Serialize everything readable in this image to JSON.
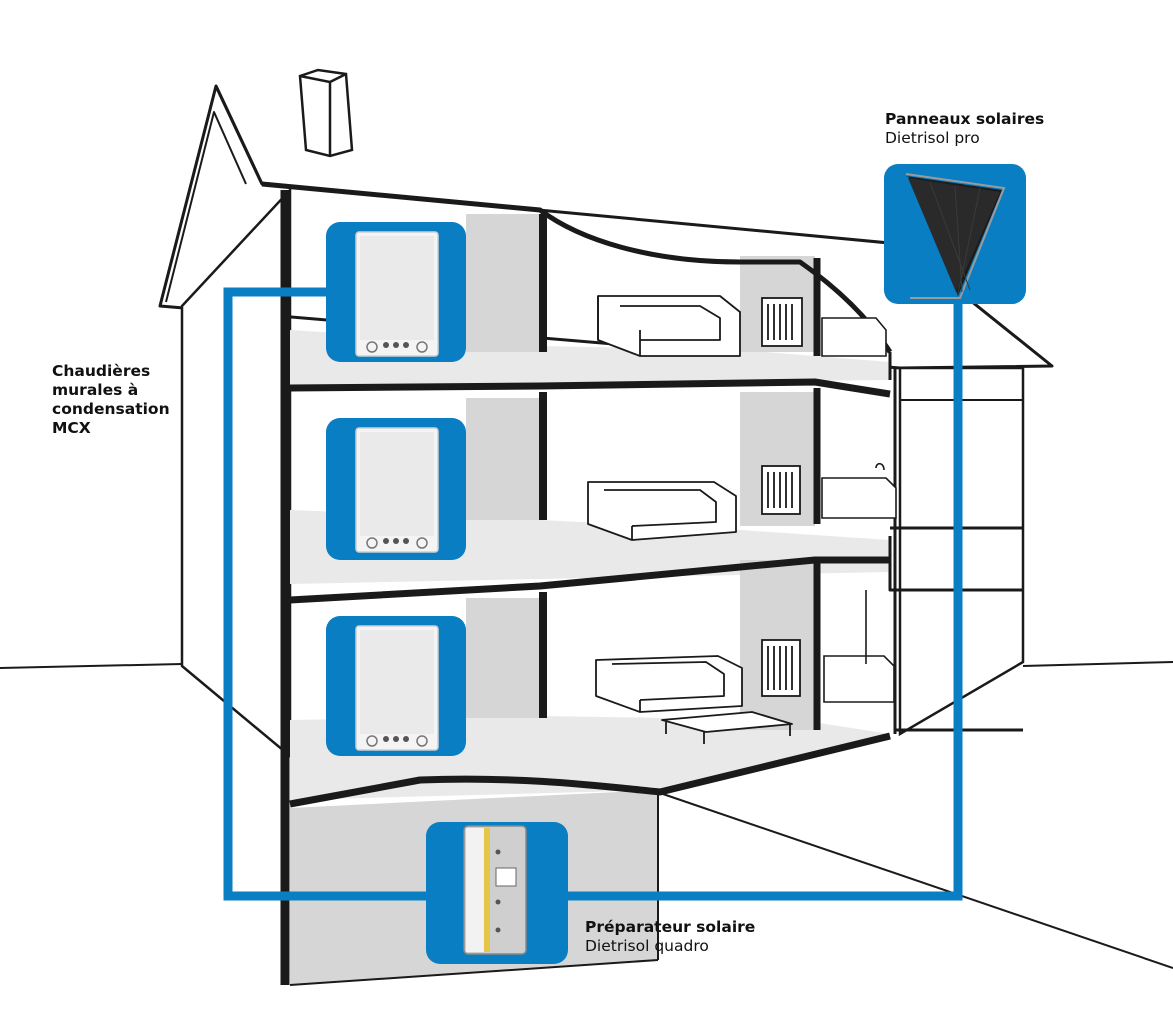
{
  "labels": {
    "boilers": [
      "Chaudières",
      "murales à",
      "condensation",
      "MCX"
    ],
    "solar_panels": {
      "title": "Panneaux solaires",
      "subtitle": "Dietrisol pro"
    },
    "solar_cylinder": {
      "title": "Préparateur solaire",
      "subtitle": "Dietrisol quadro"
    }
  },
  "colors": {
    "accent_blue": "#0a7ec2",
    "wall_gray": "#d6d6d6",
    "floor_gray": "#e9e9e9",
    "outline": "#1a1a1a"
  }
}
